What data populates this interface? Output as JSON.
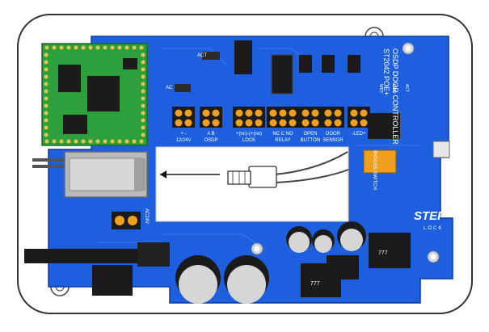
{
  "colors": {
    "pcb": "#1e5fe0",
    "pcb_dark": "#1448b5",
    "module": "#2e9f3d",
    "terminal_orange": "#f0a020",
    "case_outline": "#333333",
    "chip": "#1b1b1b",
    "white": "#ffffff"
  },
  "board": {
    "title_line1": "ST2042 POE+",
    "title_line2": "OSDP DOOR CONTROLLER",
    "brand_logo": "STEP",
    "brand_sub": "LOCK",
    "connectors": [
      {
        "top": "+  -",
        "bottom": "12/24V"
      },
      {
        "top": "A  B",
        "bottom": "OSDP"
      },
      {
        "top": "+(nc)-(+(no)",
        "bottom": "LOCK"
      },
      {
        "top": "NC  C  NO",
        "bottom": "RELAY"
      },
      {
        "top": "OPEN",
        "bottom": "BUTTON"
      },
      {
        "top": "DOOR",
        "bottom": "SENSOR"
      },
      {
        "top": "-LED+",
        "bottom": ""
      }
    ],
    "bypass_label": "BYPASS SWITCH",
    "ac_label": "AC24V",
    "small_labels": {
      "header_top": "ACT",
      "header_side": "AC",
      "led_a": "WDT",
      "led_b": "PWR",
      "led_c": "ACT"
    },
    "choke_label": "777"
  }
}
